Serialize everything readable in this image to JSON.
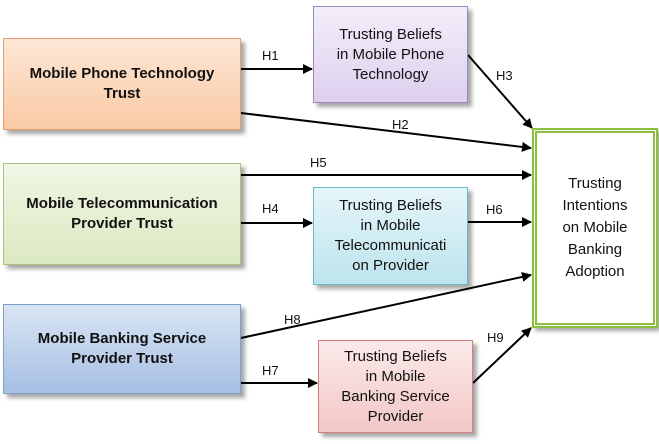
{
  "nodes": {
    "phone_trust": "Mobile Phone Technology\nTrust",
    "telecom_trust": "Mobile Telecommunication\nProvider Trust",
    "banking_trust": "Mobile Banking Service\nProvider Trust",
    "belief_phone": "Trusting Beliefs\nin Mobile Phone\nTechnology",
    "belief_telecom": "Trusting Beliefs\nin Mobile\nTelecommunicati\non Provider",
    "belief_banking": "Trusting Beliefs\nin Mobile\nBanking Service\nProvider",
    "intentions": "Trusting\nIntentions\non Mobile\nBanking\nAdoption"
  },
  "hypotheses": {
    "h1": "H1",
    "h2": "H2",
    "h3": "H3",
    "h4": "H4",
    "h5": "H5",
    "h6": "H6",
    "h7": "H7",
    "h8": "H8",
    "h9": "H9"
  }
}
